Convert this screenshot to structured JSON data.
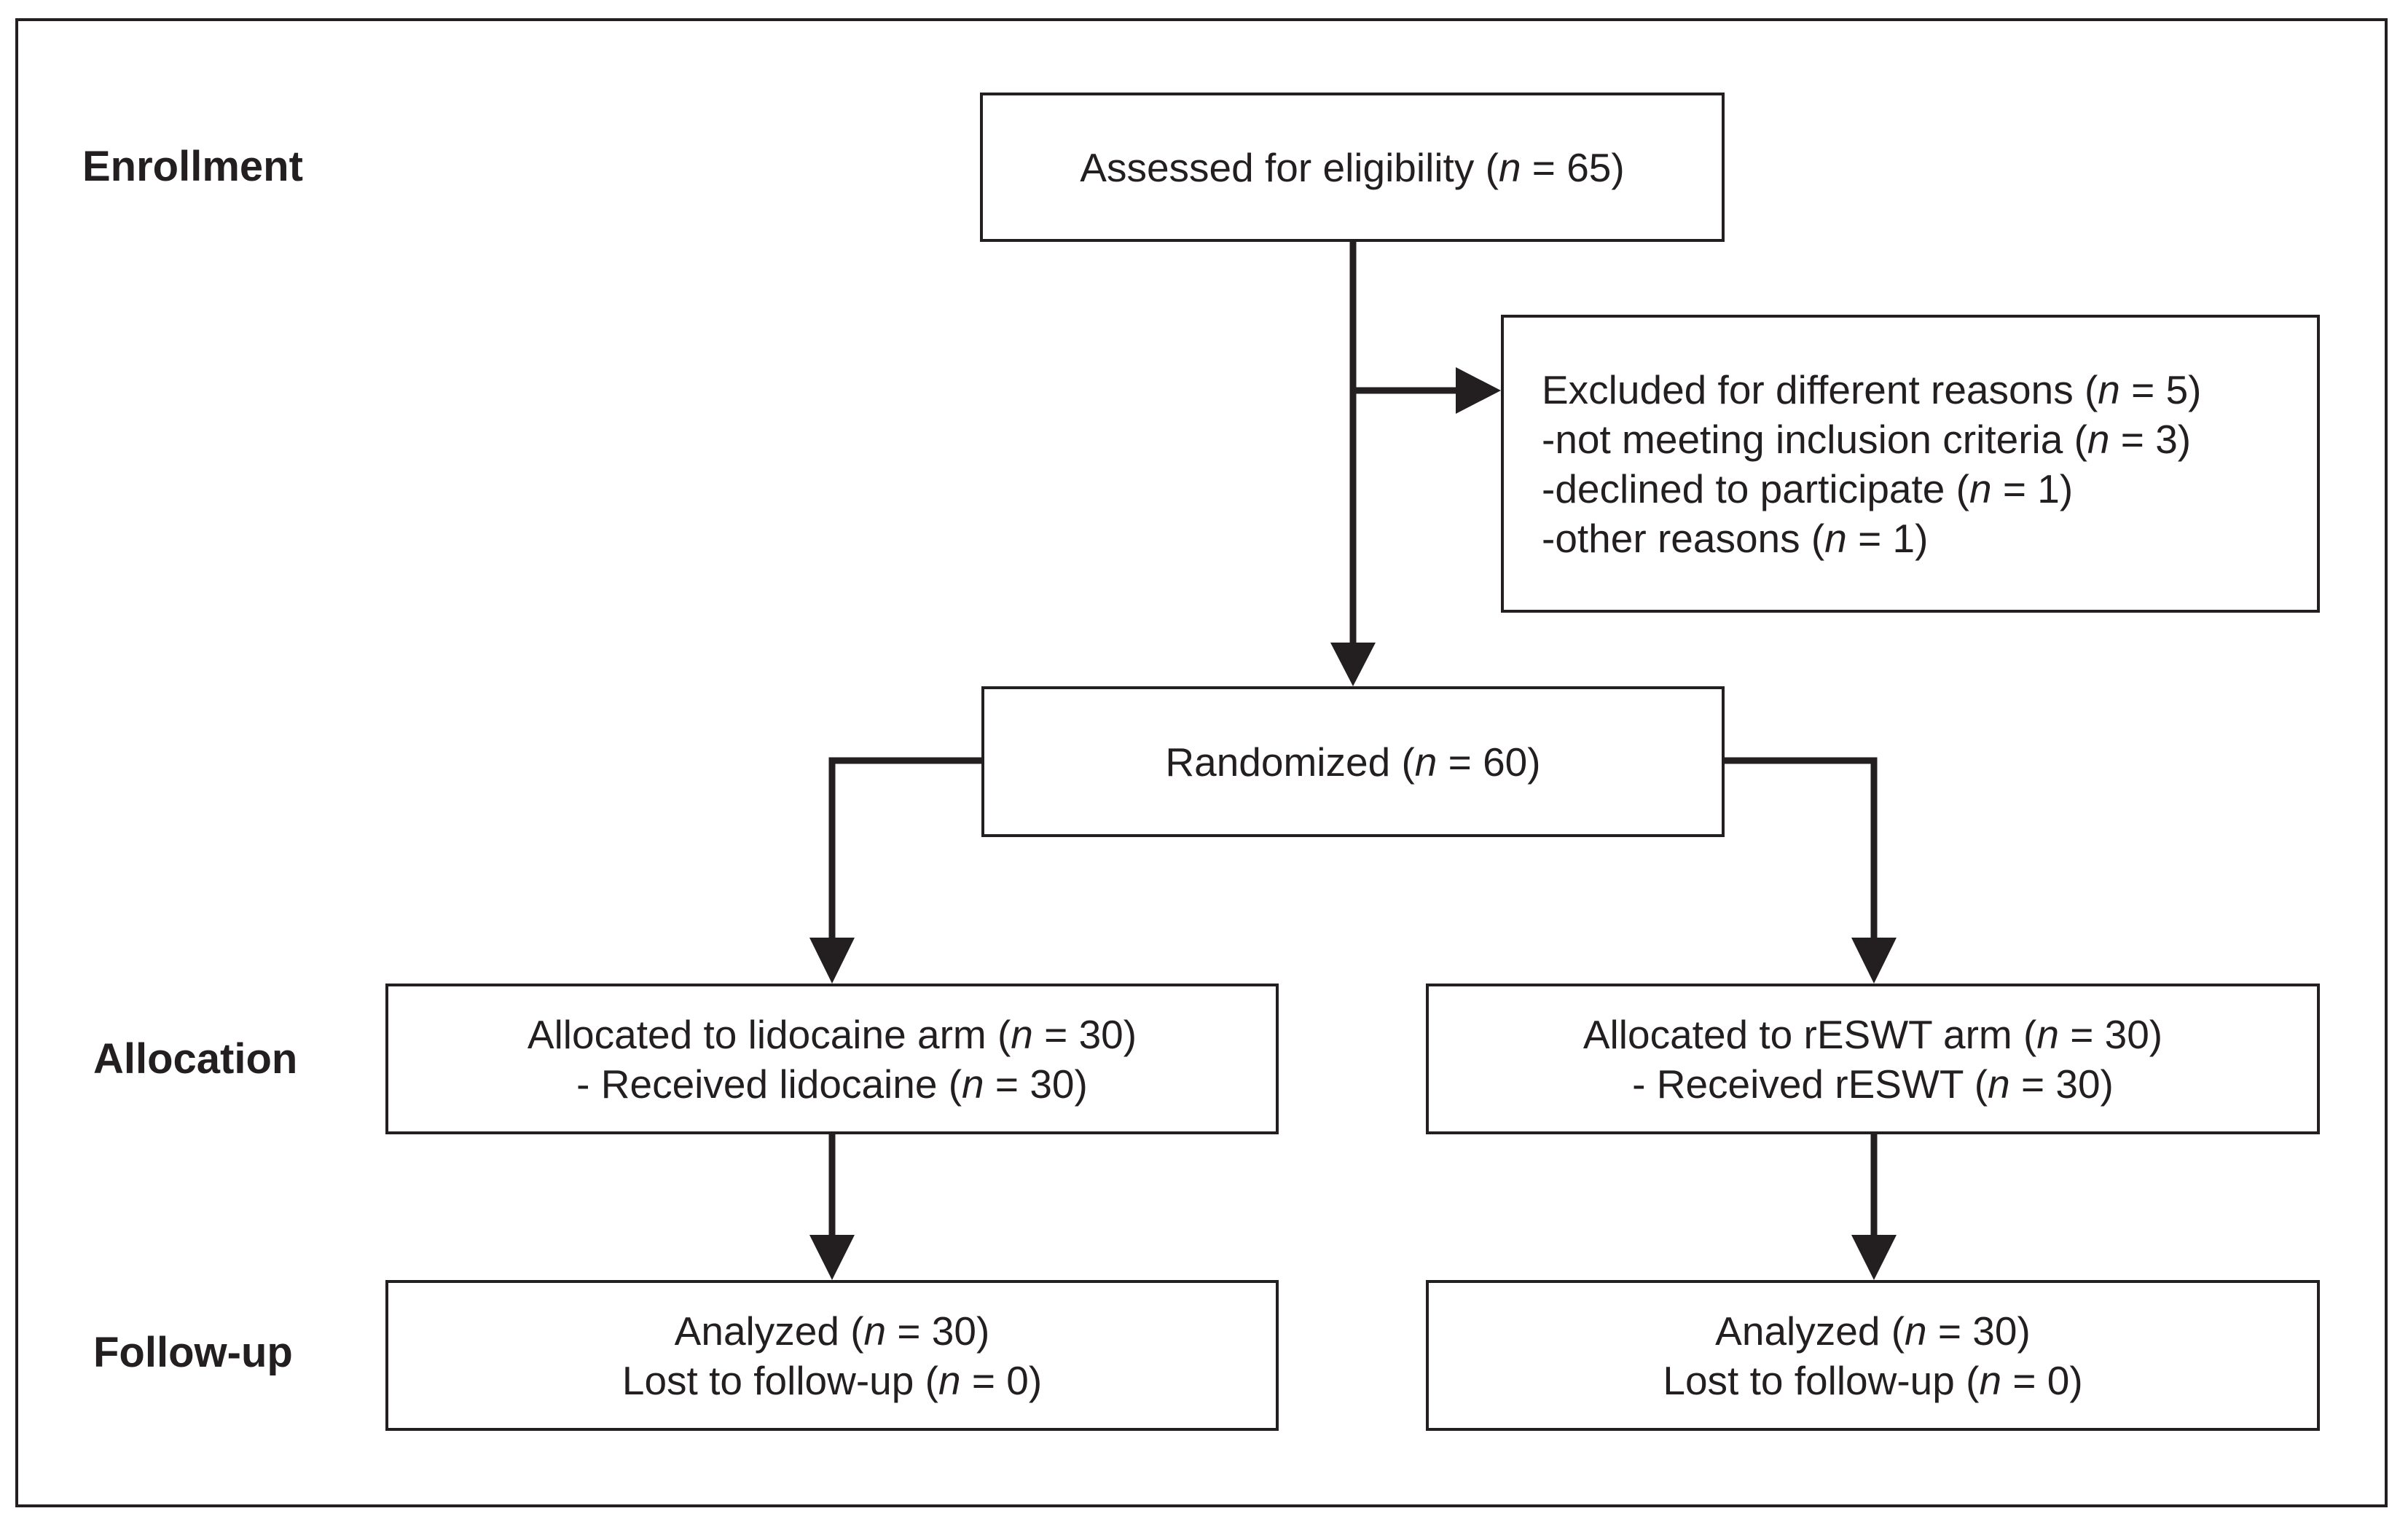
{
  "stages": {
    "enrollment": "Enrollment",
    "allocation": "Allocation",
    "follow_up": "Follow-up"
  },
  "boxes": {
    "assessed": [
      "Assessed for eligibility (|n| = 65)"
    ],
    "excluded": [
      "Excluded for different reasons (|n| = 5)",
      "-not meeting inclusion criteria (|n| = 3)",
      "-declined to participate (|n| = 1)",
      "-other reasons (|n| = 1)"
    ],
    "randomized": [
      "Randomized (|n| = 60)"
    ],
    "allocated_lidocaine": [
      "Allocated to lidocaine arm (|n| = 30)",
      "- Received lidocaine (|n| = 30)"
    ],
    "allocated_reswt": [
      "Allocated to rESWT arm (|n| = 30)",
      "- Received rESWT (|n| = 30)"
    ],
    "analyzed_lidocaine": [
      "Analyzed (|n| = 30)",
      "Lost to follow-up (|n| = 0)"
    ],
    "analyzed_reswt": [
      "Analyzed (|n| = 30)",
      "Lost to follow-up (|n| = 0)"
    ]
  },
  "colors": {
    "stroke": "#231f20",
    "background": "#ffffff"
  }
}
